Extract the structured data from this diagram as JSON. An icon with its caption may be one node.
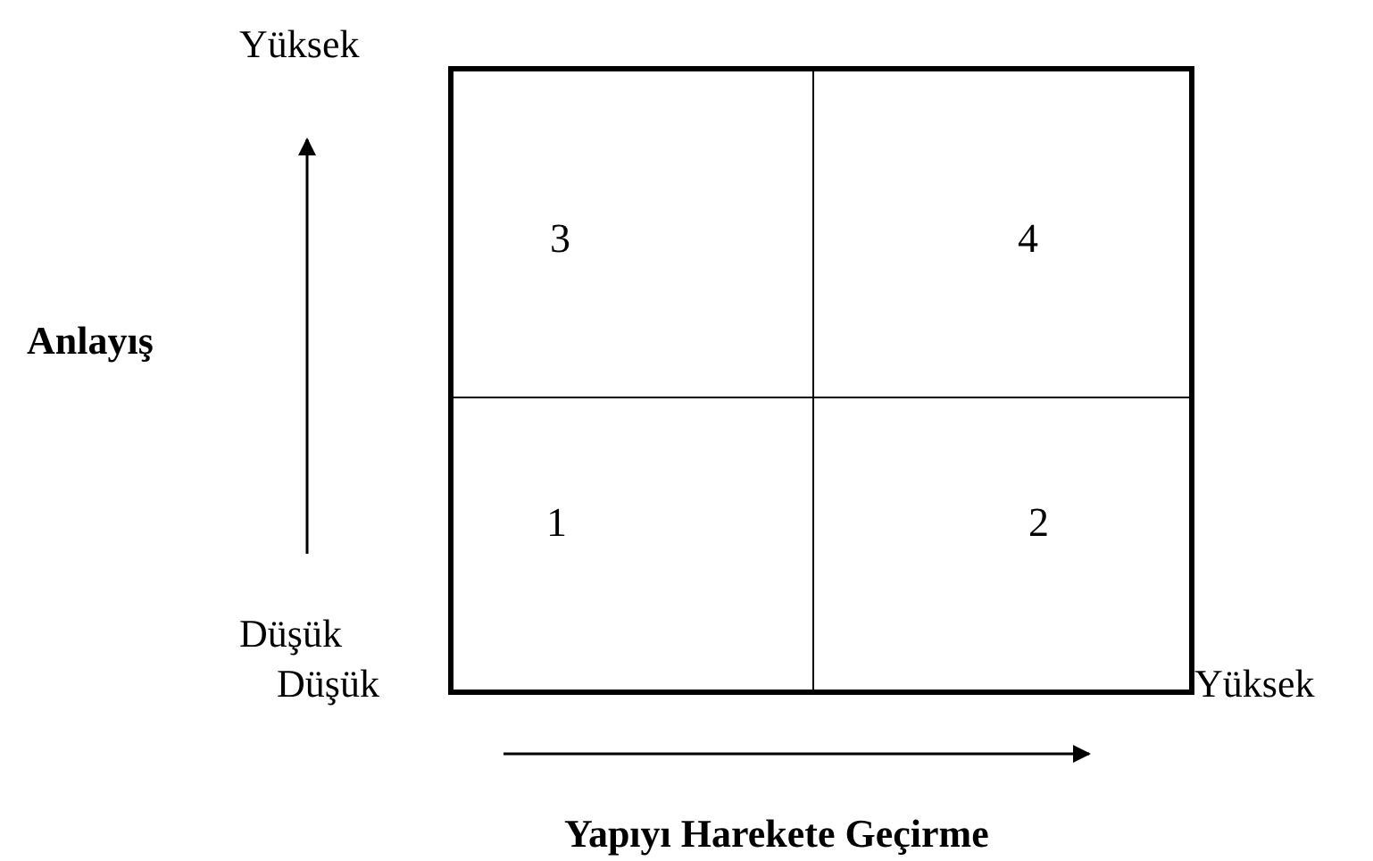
{
  "diagram": {
    "nodes": [
      {
        "text": [
          "3"
        ]
      },
      {
        "text": [
          "4"
        ]
      },
      {
        "text": [
          "1"
        ]
      },
      {
        "text": [
          "2"
        ]
      }
    ],
    "labels": [
      "Yüksek",
      "Anlayış",
      "Düşük",
      "Düşük",
      "Yüksek",
      "Yapıyı Harekete Geçirme"
    ]
  }
}
